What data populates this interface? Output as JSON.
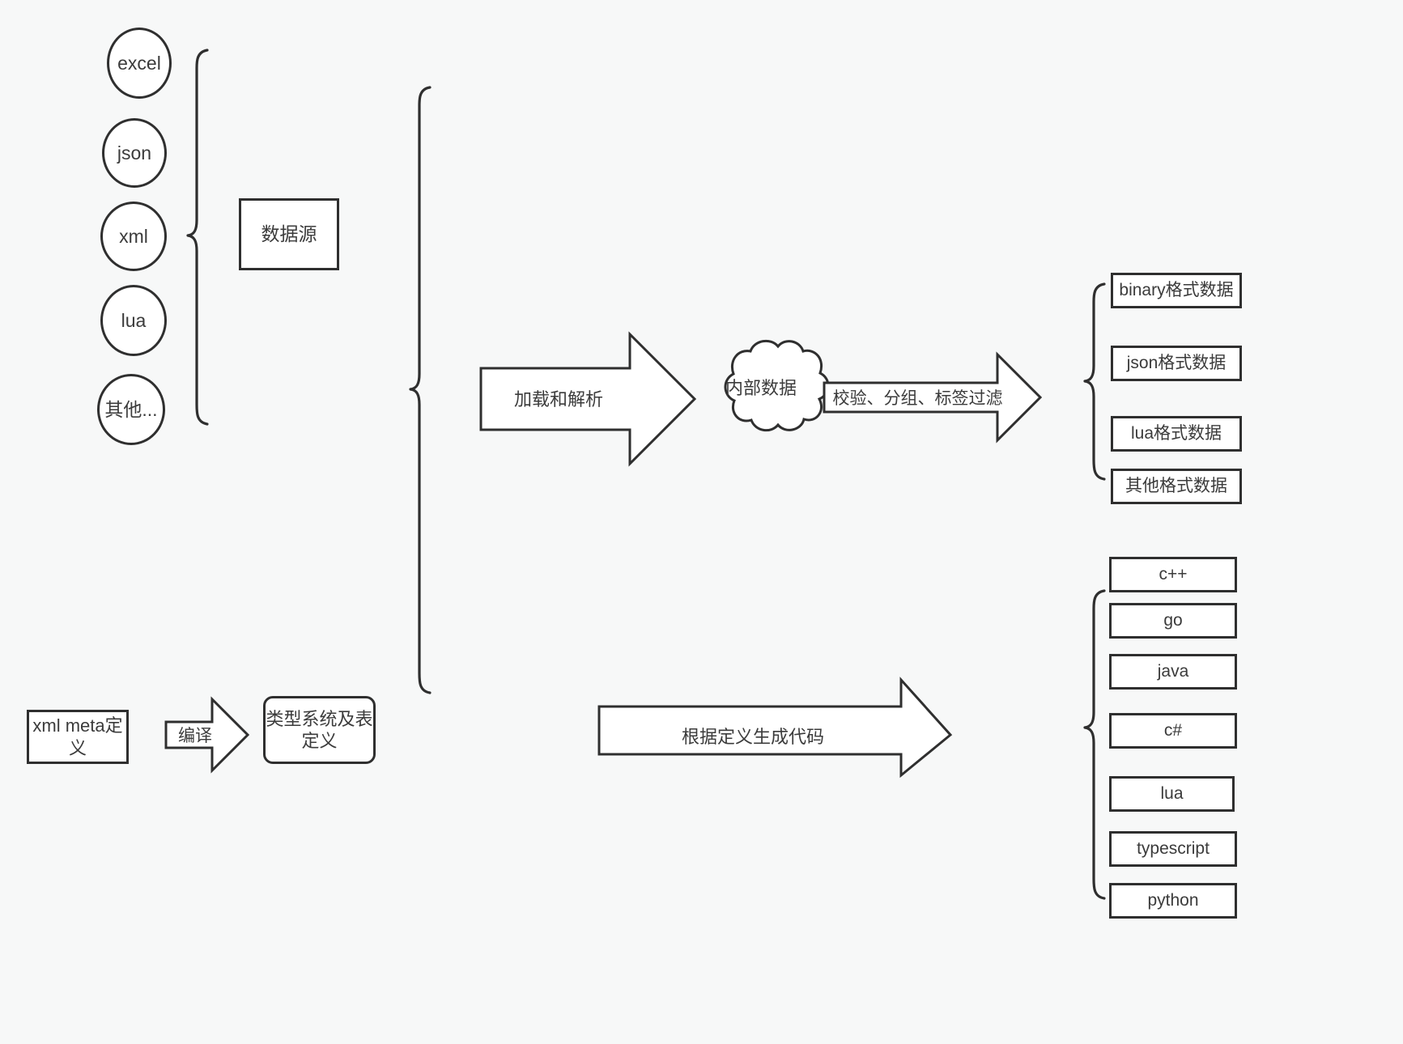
{
  "diagram": {
    "title": "data pipeline diagram",
    "background_color": "#f7f8f8",
    "stroke_color": "#2f2f2f",
    "text_color": "#3b3b3b"
  },
  "sources": {
    "group_label": "数据源",
    "items": [
      {
        "label": "excel"
      },
      {
        "label": "json"
      },
      {
        "label": "xml"
      },
      {
        "label": "lua"
      },
      {
        "label": "其他..."
      }
    ]
  },
  "meta": {
    "definition_label": "xml meta定\n义",
    "compile_arrow_label": "编译",
    "type_system_label": "类型系统及表\n定义"
  },
  "pipeline": {
    "load_arrow_label": "加载和解析",
    "cloud_label": "内部数据",
    "filter_arrow_label": "校验、分组、标签过滤",
    "codegen_arrow_label": "根据定义生成代码"
  },
  "outputs": {
    "formats": [
      {
        "label": "binary格式数据"
      },
      {
        "label": "json格式数据"
      },
      {
        "label": "lua格式数据"
      },
      {
        "label": "其他格式数据"
      }
    ],
    "languages": [
      {
        "label": "c++"
      },
      {
        "label": "go"
      },
      {
        "label": "java"
      },
      {
        "label": "c#"
      },
      {
        "label": "lua"
      },
      {
        "label": "typescript"
      },
      {
        "label": "python"
      }
    ]
  }
}
